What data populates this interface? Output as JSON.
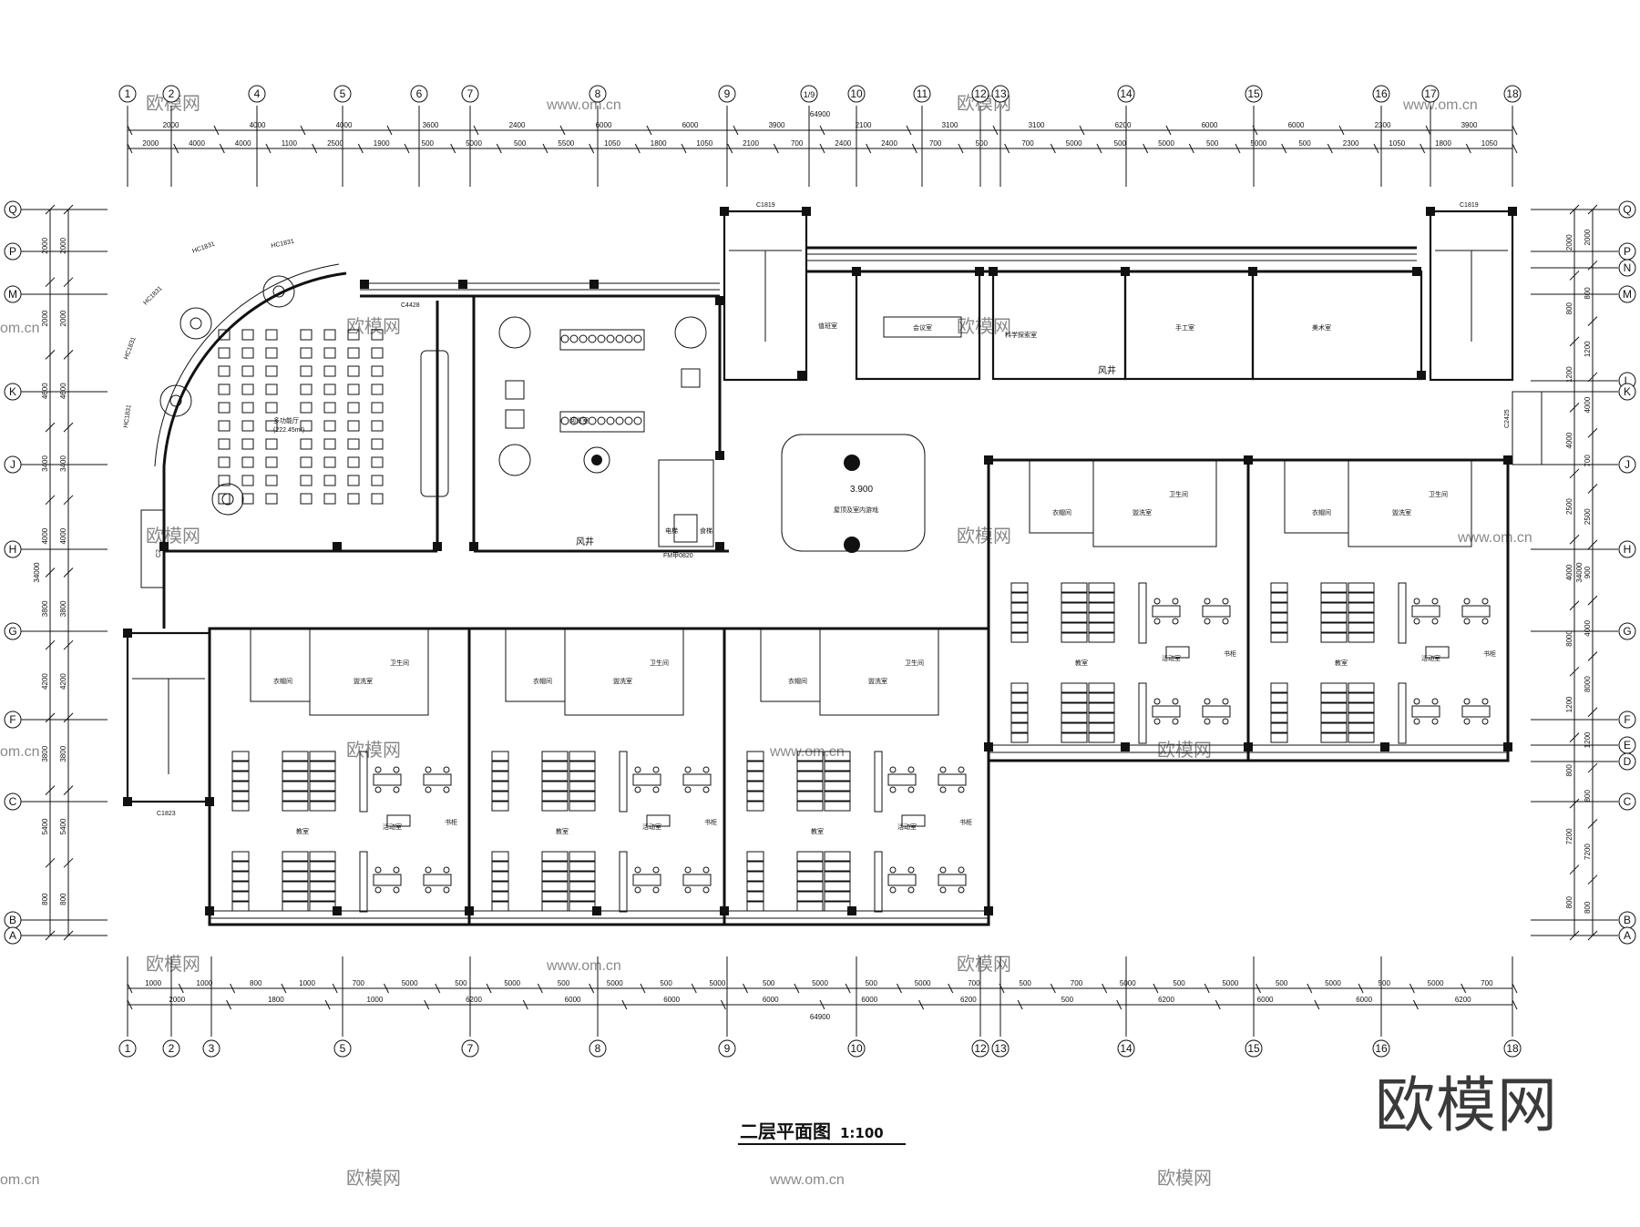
{
  "drawing": {
    "title": "二层平面图",
    "scale": "1:100",
    "brand": "欧模网",
    "watermark_text": "欧模网",
    "watermark_url": "www.om.cn",
    "watermark_short": "om.cn"
  },
  "grid": {
    "cols_top": [
      "1",
      "2",
      "4",
      "5",
      "6",
      "7",
      "8",
      "9",
      "1/9",
      "10",
      "11",
      "12",
      "13",
      "14",
      "15",
      "16",
      "17",
      "18"
    ],
    "cols_bottom": [
      "1",
      "2",
      "3",
      "5",
      "7",
      "8",
      "9",
      "10",
      "12",
      "13",
      "14",
      "15",
      "16",
      "18"
    ],
    "rows": [
      "Q",
      "P",
      "N",
      "M",
      "L",
      "K",
      "J",
      "H",
      "G",
      "F",
      "E",
      "D",
      "C",
      "B",
      "A"
    ]
  },
  "dims": {
    "top_total": "64900",
    "top_row1": [
      "2000",
      "4000",
      "4000",
      "3600",
      "2400",
      "6000",
      "6000",
      "3900",
      "2100",
      "3100",
      "3100",
      "6200",
      "6000",
      "6000",
      "2300",
      "3900"
    ],
    "top_row2": [
      "2000",
      "4000",
      "4000",
      "1100",
      "2500",
      "1900",
      "500",
      "5000",
      "500",
      "5500",
      "1050",
      "1800",
      "1050",
      "2100",
      "700",
      "2400",
      "2400",
      "700",
      "500",
      "700",
      "5000",
      "500",
      "5000",
      "500",
      "5000",
      "500",
      "2300",
      "1050",
      "1800",
      "1050"
    ],
    "bottom_total": "64900",
    "bottom_row1": [
      "1000",
      "1000",
      "800",
      "1000",
      "700",
      "5000",
      "500",
      "5000",
      "500",
      "5000",
      "500",
      "5000",
      "500",
      "5000",
      "500",
      "5000",
      "700",
      "500",
      "700",
      "5000",
      "500",
      "5000",
      "500",
      "5000",
      "500",
      "5000",
      "700"
    ],
    "bottom_row2": [
      "2000",
      "1800",
      "1000",
      "6200",
      "6000",
      "6000",
      "6000",
      "6000",
      "6200",
      "500",
      "6200",
      "6000",
      "6000",
      "6200"
    ],
    "left_outer_total": "34000",
    "left_outer": [
      "2000",
      "2000",
      "4600",
      "3400",
      "4000",
      "3800",
      "4200",
      "3800",
      "5400",
      "800"
    ],
    "left_inner": [
      "2000",
      "2000",
      "4600",
      "3400",
      "4000",
      "3800",
      "4200",
      "3800",
      "5400",
      "800"
    ],
    "right_outer_total": "34000",
    "right_outer": [
      "2000",
      "800",
      "1200",
      "4000",
      "700",
      "2500",
      "900",
      "4000",
      "8000",
      "1200",
      "800",
      "7200",
      "800"
    ],
    "right_inner": [
      "2000",
      "800",
      "1200",
      "4000",
      "2500",
      "4000",
      "8000",
      "1200",
      "800",
      "7200",
      "800"
    ]
  },
  "rooms": {
    "multipurpose_hall": "多功能厅",
    "multipurpose_area": "(222.45m²)",
    "reading_room": "阅览室",
    "duty_room": "值班室",
    "meeting_room": "会议室",
    "science_room": "科学探索室",
    "handcraft_room": "手工室",
    "art_room": "美术室",
    "roof_note": "屋顶及室内游戏",
    "elevation": "3.900",
    "classroom": "教室",
    "activity_room": "活动室",
    "storage": "衣帽间",
    "toilet": "卫生间",
    "wash": "盥洗室",
    "cabinet": "书柜",
    "shaft": "风井",
    "elevator": "电梯",
    "food_lift": "食梯"
  },
  "windows": {
    "top_stair_left": "C1819",
    "top_stair_right": "C1819",
    "hall_door": "C4428",
    "arc_windows": [
      "HC1831",
      "HC1831",
      "HC1831",
      "HC1831",
      "HC1831"
    ],
    "left_stair": "C1823",
    "right_wall": "C2425",
    "door_fm": "FM甲0820",
    "left_c2": "C2"
  }
}
